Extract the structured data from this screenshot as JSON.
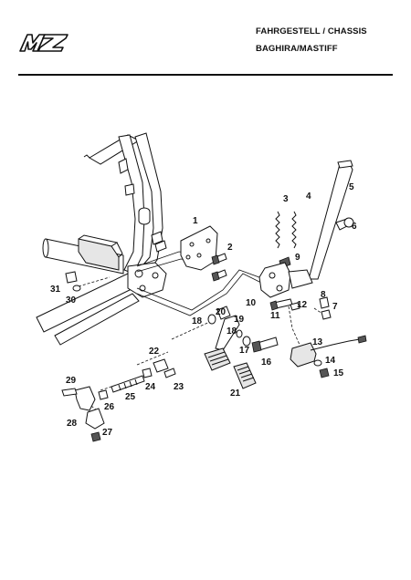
{
  "header": {
    "logo_text": "MZ",
    "title_line1": "FAHRGESTELL / CHASSIS",
    "title_line2": "BAGHIRA/MASTIFF"
  },
  "diagram": {
    "part_numbers": [
      "1",
      "2",
      "3",
      "4",
      "5",
      "6",
      "7",
      "8",
      "9",
      "10",
      "11",
      "12",
      "13",
      "14",
      "15",
      "16",
      "17",
      "18",
      "18",
      "19",
      "20",
      "21",
      "22",
      "23",
      "24",
      "25",
      "26",
      "27",
      "28",
      "29",
      "30",
      "31"
    ]
  }
}
